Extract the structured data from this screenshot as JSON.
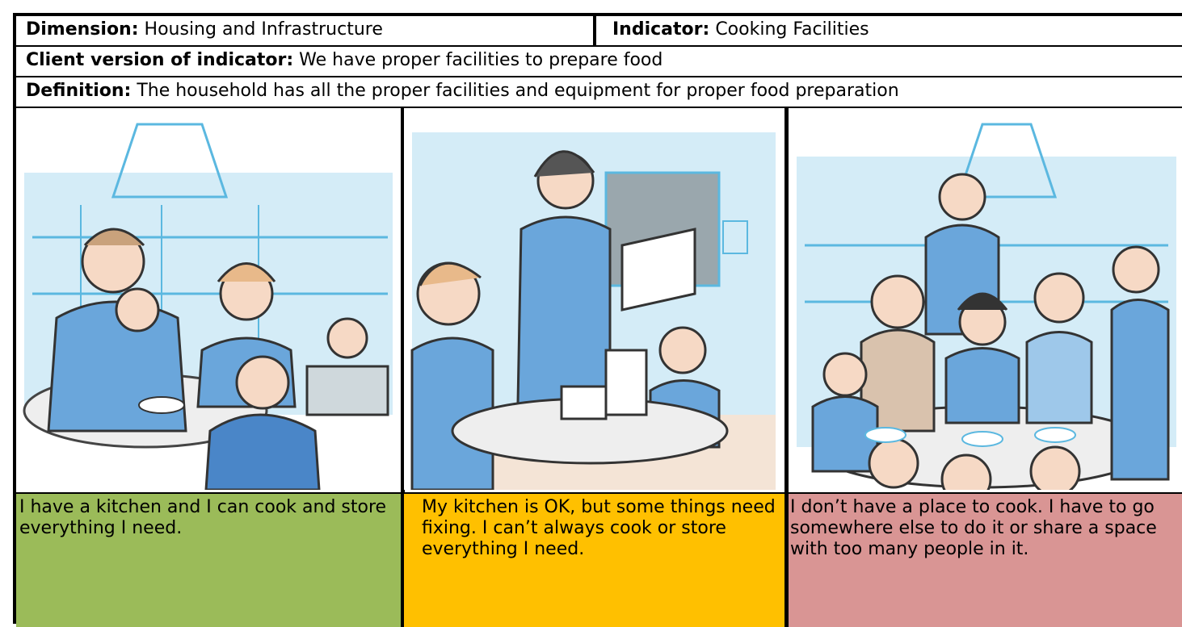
{
  "dimension": {
    "label": "Dimension:",
    "value": "Housing and Infrastructure"
  },
  "indicator": {
    "label": "Indicator:",
    "value": "Cooking Facilities"
  },
  "client_version": {
    "label": "Client version of indicator:",
    "value": "We have proper facilities to prepare food"
  },
  "definition": {
    "label": "Definition:",
    "value": "The household has all the proper facilities and equipment for proper food preparation"
  },
  "panels": [
    {
      "caption": "I have a kitchen and I can cook and store everything I need.",
      "color": "#9bbb59"
    },
    {
      "caption": "My kitchen is OK, but some things need fixing. I can’t always cook or store everything I need.",
      "color": "#ffc000"
    },
    {
      "caption": "I don’t have a place to cook. I have to go somewhere else to do it or share a space with too many people in it.",
      "color": "#d99594"
    }
  ]
}
